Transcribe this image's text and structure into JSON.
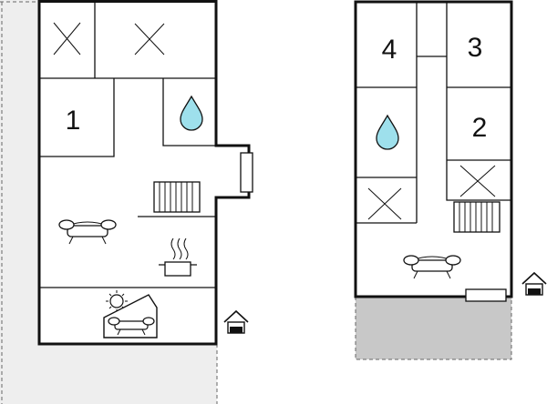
{
  "floor_plan": {
    "left_unit": {
      "rooms": [
        {
          "label": "1"
        }
      ]
    },
    "right_unit": {
      "rooms": [
        {
          "label": "4"
        },
        {
          "label": "3"
        },
        {
          "label": "2"
        }
      ]
    },
    "colors": {
      "wall": "#111111",
      "outdoor_area": "#eeeeee",
      "terrace": "#c8c8c8",
      "water_drop": "#9ee0ec",
      "boundary_dash": "#666666"
    },
    "icons": [
      "cross-icon",
      "water-drop-icon",
      "radiator-icon",
      "sofa-icon",
      "cooking-pot-icon",
      "sun-lounge-icon",
      "entrance-house-icon",
      "window-icon"
    ]
  }
}
